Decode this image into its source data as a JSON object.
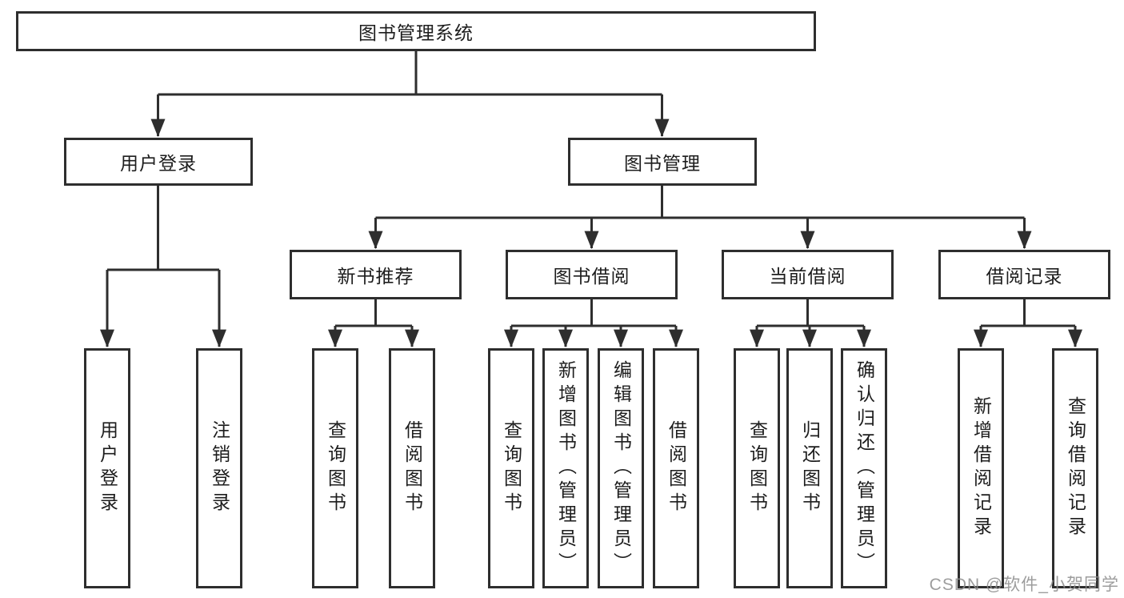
{
  "diagram": {
    "type": "hierarchy-tree",
    "root": {
      "label": "图书管理系统",
      "children": [
        {
          "label": "用户登录",
          "children": [
            {
              "label": "用户登录"
            },
            {
              "label": "注销登录"
            }
          ]
        },
        {
          "label": "图书管理",
          "children": [
            {
              "label": "新书推荐",
              "children": [
                {
                  "label": "查询图书"
                },
                {
                  "label": "借阅图书"
                }
              ]
            },
            {
              "label": "图书借阅",
              "children": [
                {
                  "label": "查询图书"
                },
                {
                  "label": "新增图书（管理员）"
                },
                {
                  "label": "编辑图书（管理员）"
                },
                {
                  "label": "借阅图书"
                }
              ]
            },
            {
              "label": "当前借阅",
              "children": [
                {
                  "label": "查询图书"
                },
                {
                  "label": "归还图书"
                },
                {
                  "label": "确认归还（管理员）"
                }
              ]
            },
            {
              "label": "借阅记录",
              "children": [
                {
                  "label": "新增借阅记录"
                },
                {
                  "label": "查询借阅记录"
                }
              ]
            }
          ]
        }
      ]
    }
  },
  "colors": {
    "line": "#2e2e2e",
    "box_border": "#2e2e2e",
    "box_background": "#ffffff",
    "text": "#1d1d1d",
    "watermark": "#8c8c8c"
  },
  "watermark": "CSDN @软件_小贺同学"
}
